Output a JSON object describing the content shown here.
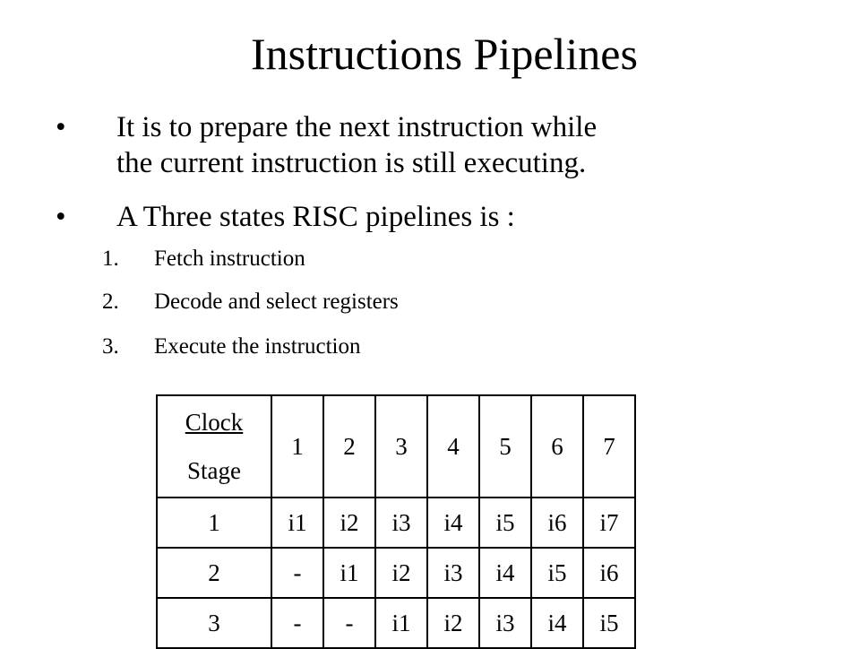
{
  "title": "Instructions Pipelines",
  "bullets": [
    {
      "marker": "•",
      "line1": "It is to prepare the next instruction while",
      "line2": "the current instruction is still executing."
    },
    {
      "marker": "•",
      "line1": "A Three states RISC pipelines is :"
    }
  ],
  "steps": [
    {
      "num": "1.",
      "text": "Fetch instruction"
    },
    {
      "num": "2.",
      "text": "Decode and select registers"
    },
    {
      "num": "3.",
      "text": "Execute the instruction"
    }
  ],
  "table": {
    "header_clock": "Clock",
    "header_stage": "Stage",
    "clocks": [
      "1",
      "2",
      "3",
      "4",
      "5",
      "6",
      "7"
    ],
    "rows": [
      {
        "stage": "1",
        "cells": [
          "i1",
          "i2",
          "i3",
          "i4",
          "i5",
          "i6",
          "i7"
        ]
      },
      {
        "stage": "2",
        "cells": [
          "-",
          "i1",
          "i2",
          "i3",
          "i4",
          "i5",
          "i6"
        ]
      },
      {
        "stage": "3",
        "cells": [
          "-",
          "-",
          "i1",
          "i2",
          "i3",
          "i4",
          "i5"
        ]
      }
    ]
  }
}
